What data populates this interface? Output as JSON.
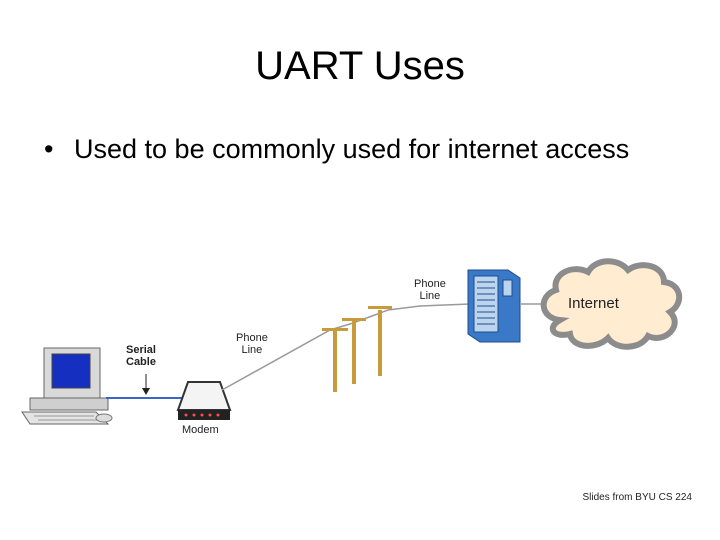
{
  "slide": {
    "title": "UART Uses",
    "bullet": "Used to be commonly used for internet access",
    "footer": "Slides from BYU CS 224"
  },
  "diagram": {
    "labels": {
      "serial_cable": "Serial\nCable",
      "phone_line_left": "Phone\nLine",
      "phone_line_right": "Phone\nLine",
      "modem": "Modem",
      "internet": "Internet"
    },
    "colors": {
      "serial_cable": "#3a66c8",
      "phone_line": "#9a9a9a",
      "pole": "#c79a3a",
      "server": "#3a78c8",
      "cloud_fill": "#ffecd1",
      "cloud_stroke": "#8c8c8c",
      "screen": "#1530c0"
    }
  }
}
